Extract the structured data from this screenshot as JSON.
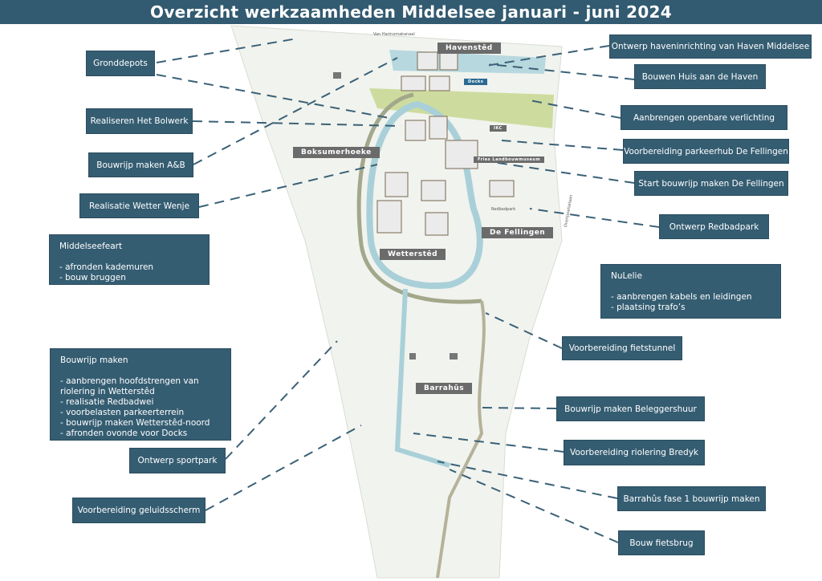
{
  "title": "Overzicht werkzaamheden Middelsee januari - juni 2024",
  "colors": {
    "title_bg": "#325a70",
    "box_bg": "#355d72",
    "line": "#3a6177",
    "water": "#a9d0d8",
    "green": "#c9d89a",
    "area_label_bg": "#6b6b6b"
  },
  "map_labels": {
    "road_top": "Van Harinxmakanaal",
    "havensted": "Havenstêd",
    "docks": "Docks",
    "ikc": "IKC",
    "museum": "Fries Landbouwmuseum",
    "boksumerhoeke": "Boksumerhoeke",
    "redbadpark": "Redbadpark",
    "fellingen": "De Fellingen",
    "wettersted": "Wetterstêd",
    "barrahus": "Barrahûs",
    "road_right": "Overijsselselaan"
  },
  "left_boxes": [
    {
      "label": "Gronddepots"
    },
    {
      "label": "Realiseren Het Bolwerk"
    },
    {
      "label": "Bouwrijp maken A&B"
    },
    {
      "label": "Realisatie Wetter Wenje"
    },
    {
      "label": "Middelseefeart",
      "items": [
        "- afronden kademuren",
        "- bouw bruggen"
      ]
    },
    {
      "label": "Bouwrijp maken",
      "items": [
        "- aanbrengen hoofdstrengen van riolering in Wetterstêd",
        "- realisatie Redbadwei",
        "- voorbelasten parkeerterrein",
        "- bouwrijp maken Wetterstêd-noord",
        "- afronden ovonde voor Docks"
      ]
    },
    {
      "label": "Ontwerp sportpark"
    },
    {
      "label": "Voorbereiding geluidsscherm"
    }
  ],
  "right_boxes": [
    {
      "label": "Ontwerp haveninrichting van Haven Middelsee"
    },
    {
      "label": "Bouwen Huis aan de Haven"
    },
    {
      "label": "Aanbrengen openbare verlichting"
    },
    {
      "label": "Voorbereiding parkeerhub De Fellingen"
    },
    {
      "label": "Start bouwrijp maken De Fellingen"
    },
    {
      "label": "Ontwerp Redbadpark"
    },
    {
      "label": "NuLelie",
      "items": [
        "- aanbrengen kabels en leidingen",
        "- plaatsing trafo’s"
      ]
    },
    {
      "label": "Voorbereiding fietstunnel"
    },
    {
      "label": "Bouwrijp maken Beleggershuur"
    },
    {
      "label": "Voorbereiding riolering Bredyk"
    },
    {
      "label": "Barrahûs fase 1 bouwrijp maken"
    },
    {
      "label": "Bouw fietsbrug"
    }
  ]
}
